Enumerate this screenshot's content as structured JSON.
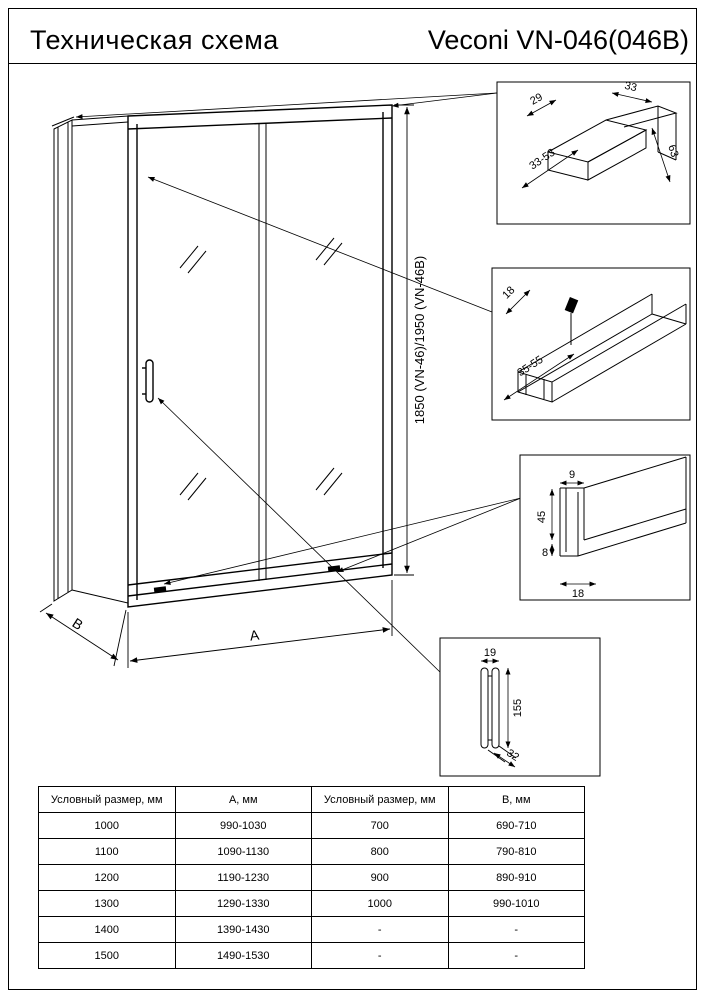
{
  "header": {
    "title": "Техническая схема",
    "model": "Veconi VN-046(046B)"
  },
  "drawing": {
    "dim_height": "1850 (VN-46)/1950 (VN-46B)",
    "dim_width": "A",
    "dim_depth": "B",
    "details": {
      "top_profile": {
        "d1": "29",
        "d2": "33",
        "d3": "33-53",
        "d4": "63"
      },
      "bottom_guide": {
        "d1": "18",
        "d2": "35-55"
      },
      "wall_profile": {
        "d1": "9",
        "d2": "45",
        "d3": "8",
        "d4": "18"
      },
      "handle": {
        "d1": "19",
        "d2": "155",
        "d3": "32"
      }
    }
  },
  "table": {
    "headers": [
      "Условный размер, мм",
      "А, мм",
      "Условный размер, мм",
      "В, мм"
    ],
    "rows": [
      [
        "1000",
        "990-1030",
        "700",
        "690-710"
      ],
      [
        "1100",
        "1090-1130",
        "800",
        "790-810"
      ],
      [
        "1200",
        "1190-1230",
        "900",
        "890-910"
      ],
      [
        "1300",
        "1290-1330",
        "1000",
        "990-1010"
      ],
      [
        "1400",
        "1390-1430",
        "-",
        "-"
      ],
      [
        "1500",
        "1490-1530",
        "-",
        "-"
      ]
    ]
  }
}
